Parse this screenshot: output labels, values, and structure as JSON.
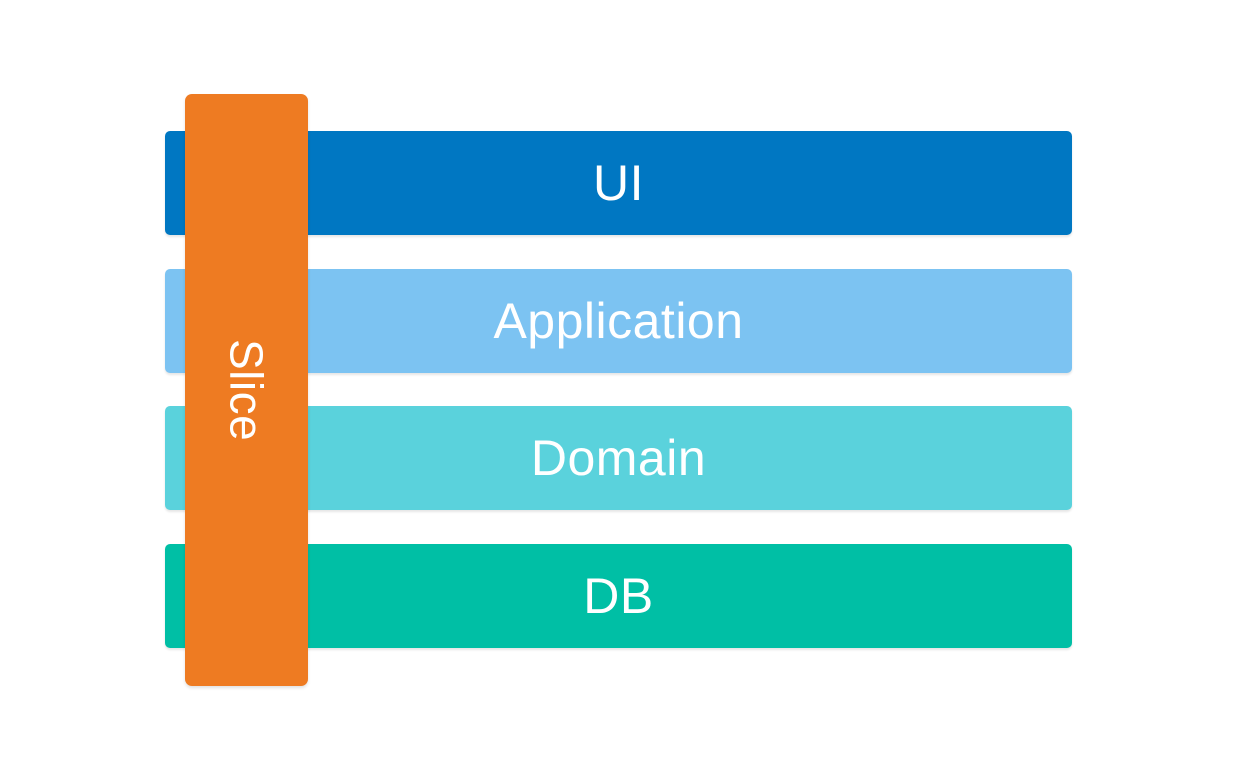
{
  "diagram": {
    "layers": [
      {
        "label": "UI",
        "color": "#0077c2"
      },
      {
        "label": "Application",
        "color": "#7cc3f2"
      },
      {
        "label": "Domain",
        "color": "#5ad2dc"
      },
      {
        "label": "DB",
        "color": "#00bfa5"
      }
    ],
    "slice": {
      "label": "Slice",
      "color": "#ee7b22"
    },
    "text_color": "#ffffff",
    "background_color": "#ffffff"
  }
}
